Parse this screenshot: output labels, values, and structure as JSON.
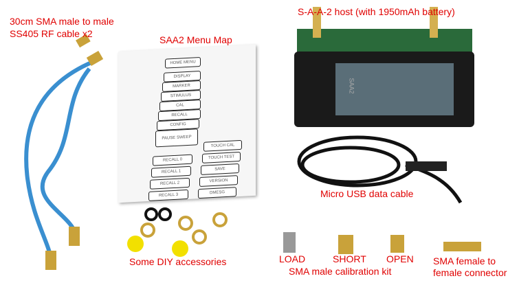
{
  "labels": {
    "cable_line1": "30cm SMA male to male",
    "cable_line2": "SS405 RF cable x2",
    "menu_map_title": "SAA2 Menu Map",
    "host": "S-A-A-2 host (with 1950mAh battery)",
    "usb": "Micro USB data cable",
    "diy": "Some DIY accessories",
    "load": "LOAD",
    "short": "SHORT",
    "open": "OPEN",
    "cal_kit": "SMA male calibration kit",
    "female_line1": "SMA female to",
    "female_line2": "female connector"
  },
  "device_label": "SAA2",
  "menu": {
    "left": [
      "HOME MENU",
      "DISPLAY",
      "MARKER",
      "STIMULUS",
      "CAL",
      "RECALL",
      "CONFIG",
      "PAUSE SWEEP"
    ],
    "recall": [
      "RECALL 0",
      "RECALL 1",
      "RECALL 2",
      "RECALL 3"
    ],
    "config": [
      "TOUCH CAL",
      "TOUCH TEST",
      "SAVE",
      "VERSION",
      "DMESG"
    ]
  },
  "colors": {
    "label": "#e00000",
    "cable": "#3a8fd0",
    "device": "#1a1a1a"
  }
}
